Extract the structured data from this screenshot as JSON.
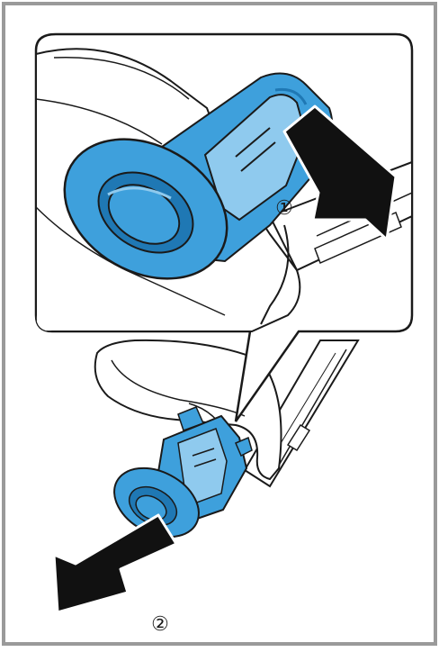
{
  "illustration": {
    "colors": {
      "frame": "#9a9a9a",
      "outline": "#1a1a1a",
      "blue_main": "#3ea0dc",
      "blue_light": "#8fcaee",
      "blue_dark": "#1f78b4",
      "arrow": "#111111",
      "device": "#ffffff"
    },
    "steps": [
      {
        "label": "①",
        "action": "press-tab"
      },
      {
        "label": "②",
        "action": "pull-out"
      }
    ]
  }
}
